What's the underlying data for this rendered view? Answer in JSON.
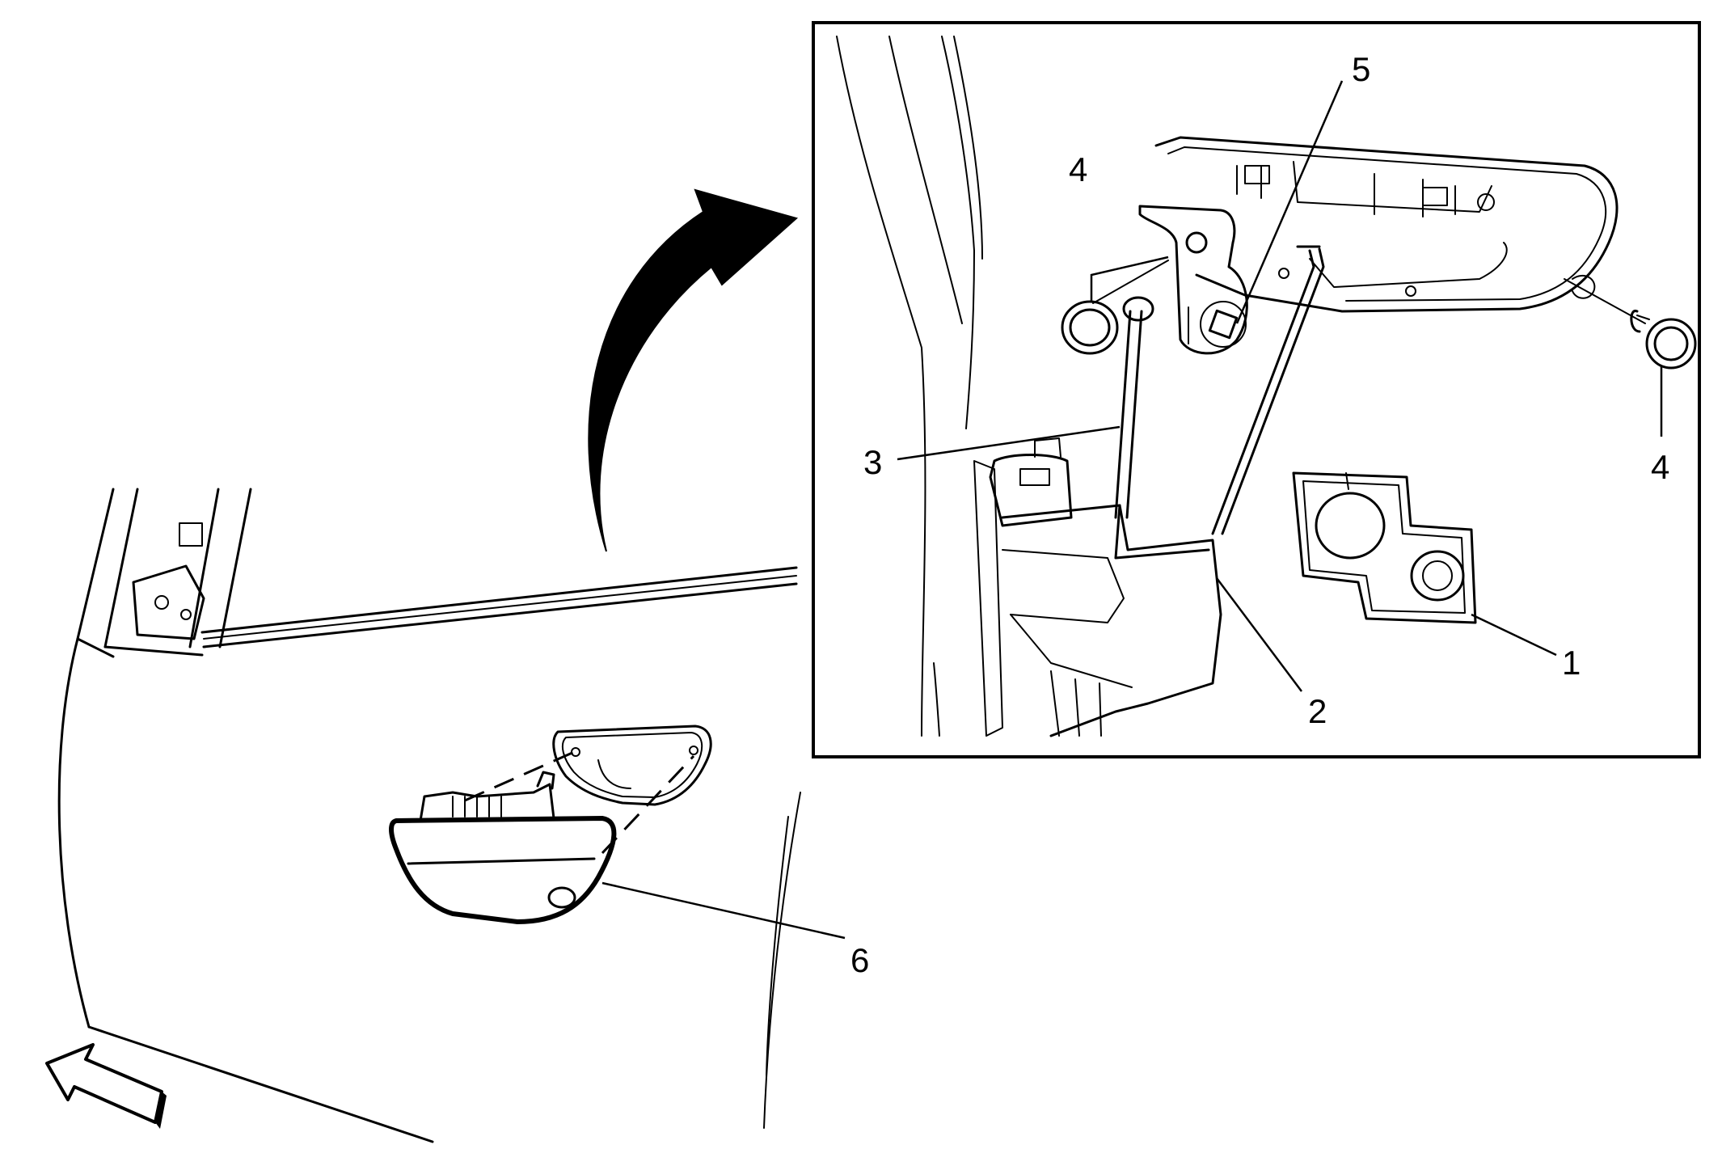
{
  "callouts": {
    "c1": "1",
    "c2": "2",
    "c3": "3",
    "c4a": "4",
    "c4b": "4",
    "c5": "5",
    "c6": "6"
  },
  "icons": {
    "view_arrow": "view-direction-arrow",
    "zoom_arrow": "curved-zoom-arrow"
  },
  "colors": {
    "line": "#000000",
    "background": "#ffffff"
  }
}
